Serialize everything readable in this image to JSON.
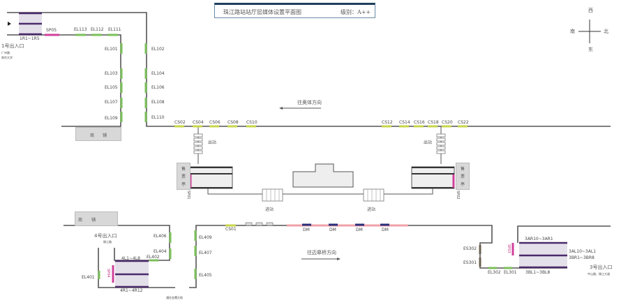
{
  "title": {
    "name": "珠江路站站厅层媒体设置平面图",
    "level": "级别：A++"
  },
  "compass": {
    "north": "北",
    "south": "南",
    "east": "东",
    "west": "西"
  },
  "directions": {
    "left": "往奥体方向",
    "right": "往迈皋桥方向"
  },
  "exit1": {
    "label": "1号出入口",
    "sub1": "广州路",
    "sub2": "南京大学",
    "stairs": "1R1~1R5",
    "sp": "SP05"
  },
  "exit3": {
    "label": "3号出入口",
    "sub": "中山路、珠江大道",
    "top": "3AR10~3AR1",
    "mid1": "3AL10~3AL1",
    "mid2": "3BR1~3BR8",
    "bottom": "3BL1~3BL8",
    "sp": "SP03"
  },
  "exit4": {
    "label": "4号出入口",
    "sub": "珠江路",
    "top": "4L1~4L8",
    "bottom": "4R1~4R12",
    "sp": "SP04",
    "below": "通往金鹰天地"
  },
  "shops": {
    "a": "商",
    "b": "铺"
  },
  "booth": {
    "a": "售",
    "b": "票",
    "c": "亭"
  },
  "gates": {
    "exit": "出站",
    "enter": "进站"
  },
  "sp_left": "SP01",
  "sp_right": "SP02",
  "el_top": [
    "EL113",
    "EL112",
    "EL111"
  ],
  "el_left": [
    "EL101",
    "EL103",
    "EL105",
    "EL107",
    "EL109"
  ],
  "el_right": [
    "EL102",
    "EL104",
    "EL106",
    "EL108",
    "EL110"
  ],
  "cs_left": [
    "CS02",
    "CS04",
    "CS06",
    "CS08",
    "CS10"
  ],
  "cs_right": [
    "CS12",
    "CS14",
    "CS16",
    "CS18",
    "CS20",
    "CS22"
  ],
  "el4_left": [
    "EL406",
    "EL404",
    "EL402",
    "EL401"
  ],
  "el4_right": [
    "EL409",
    "EL407",
    "EL405"
  ],
  "cs_bottom": "CS01",
  "dm": [
    "DM",
    "DM",
    "DM",
    "DM"
  ],
  "es": [
    "ES302",
    "ES301"
  ],
  "el3": [
    "EL302",
    "EL301"
  ],
  "colors": {
    "wall": "#555555",
    "el": "#7bbf5a",
    "cs": "#c8d64a",
    "sp": "#d0409a",
    "stair": "#4a2a6a",
    "dm": "#2a2f7a"
  }
}
